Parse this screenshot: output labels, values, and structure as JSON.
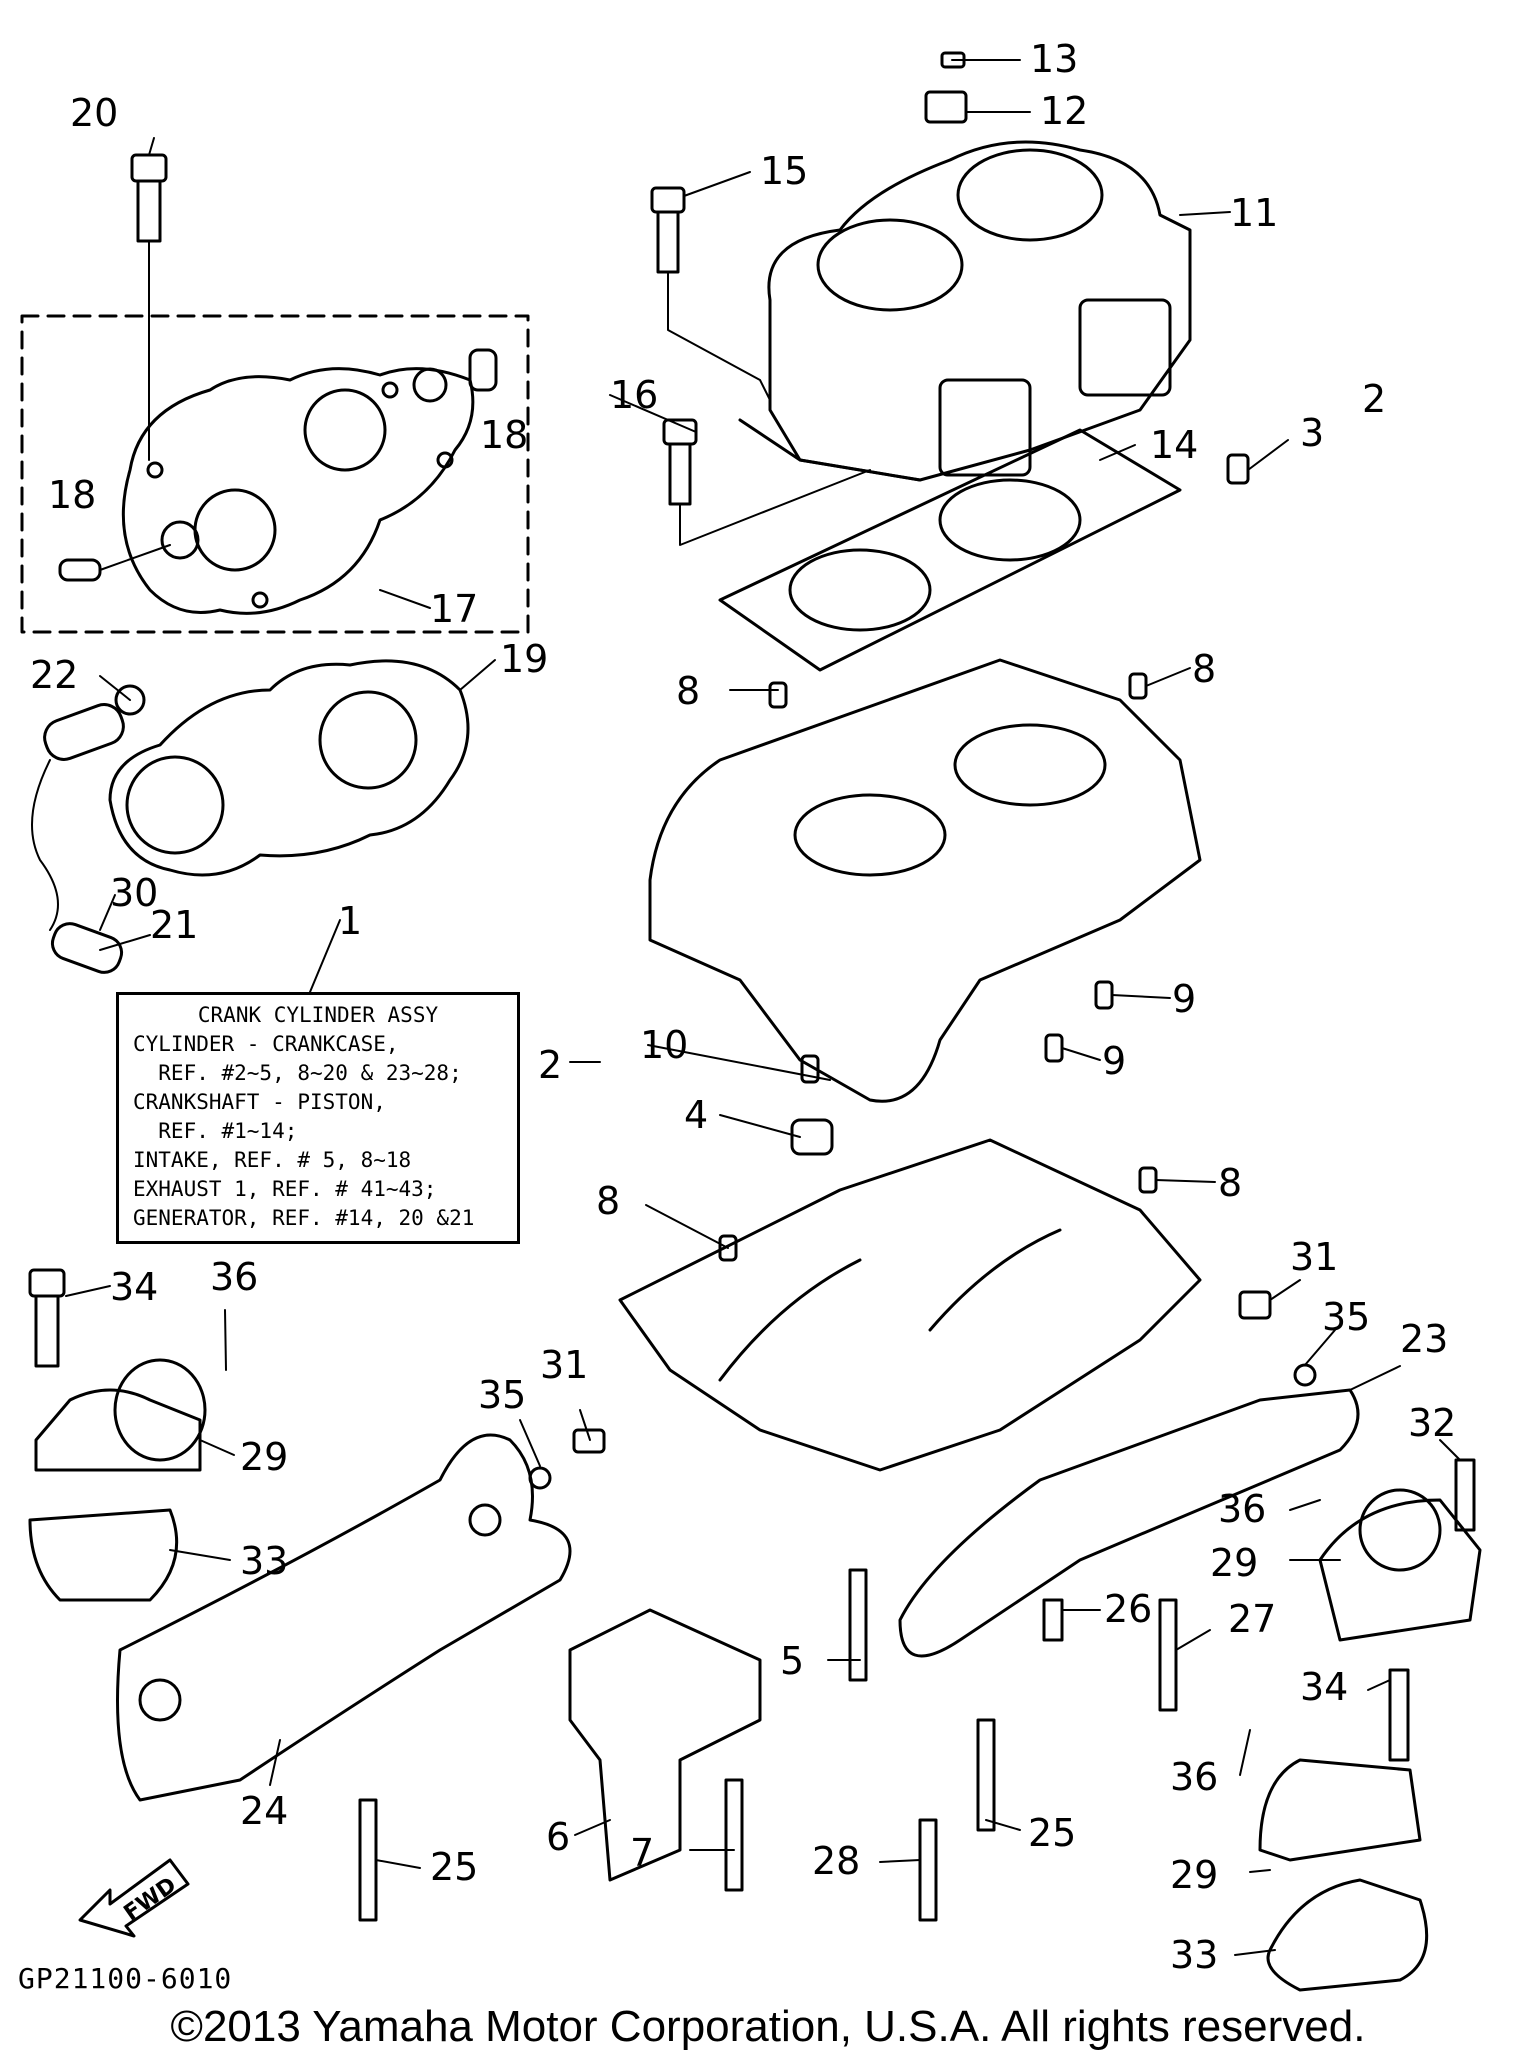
{
  "diagram": {
    "callouts": {
      "c1": "1",
      "c2a": "2",
      "c2b": "2",
      "c3": "3",
      "c4": "4",
      "c5": "5",
      "c6": "6",
      "c7": "7",
      "c8a": "8",
      "c8b": "8",
      "c8c": "8",
      "c8d": "8",
      "c9a": "9",
      "c9b": "9",
      "c10": "10",
      "c11": "11",
      "c12": "12",
      "c13": "13",
      "c14": "14",
      "c15": "15",
      "c16": "16",
      "c17": "17",
      "c18a": "18",
      "c18b": "18",
      "c19": "19",
      "c20": "20",
      "c21": "21",
      "c22": "22",
      "c23": "23",
      "c24": "24",
      "c25a": "25",
      "c25b": "25",
      "c26": "26",
      "c27": "27",
      "c28": "28",
      "c29a": "29",
      "c29b": "29",
      "c29c": "29",
      "c30": "30",
      "c31a": "31",
      "c31b": "31",
      "c32": "32",
      "c33a": "33",
      "c33b": "33",
      "c34a": "34",
      "c34b": "34",
      "c35a": "35",
      "c35b": "35",
      "c36a": "36",
      "c36b": "36",
      "c36c": "36"
    },
    "info_box": {
      "line1": "CRANK CYLINDER ASSY",
      "line2": "CYLINDER - CRANKCASE,",
      "line3": "  REF. #2~5, 8~20 & 23~28;",
      "line4": "CRANKSHAFT - PISTON,",
      "line5": "  REF. #1~14;",
      "line6": "INTAKE, REF. # 5, 8~18",
      "line7": "EXHAUST 1, REF. # 41~43;",
      "line8": "GENERATOR, REF. #14, 20 &21"
    },
    "fwd_label": "FWD",
    "doc_id": "GP21100-6010",
    "copyright": "©2013 Yamaha Motor Corporation, U.S.A. All rights reserved."
  }
}
